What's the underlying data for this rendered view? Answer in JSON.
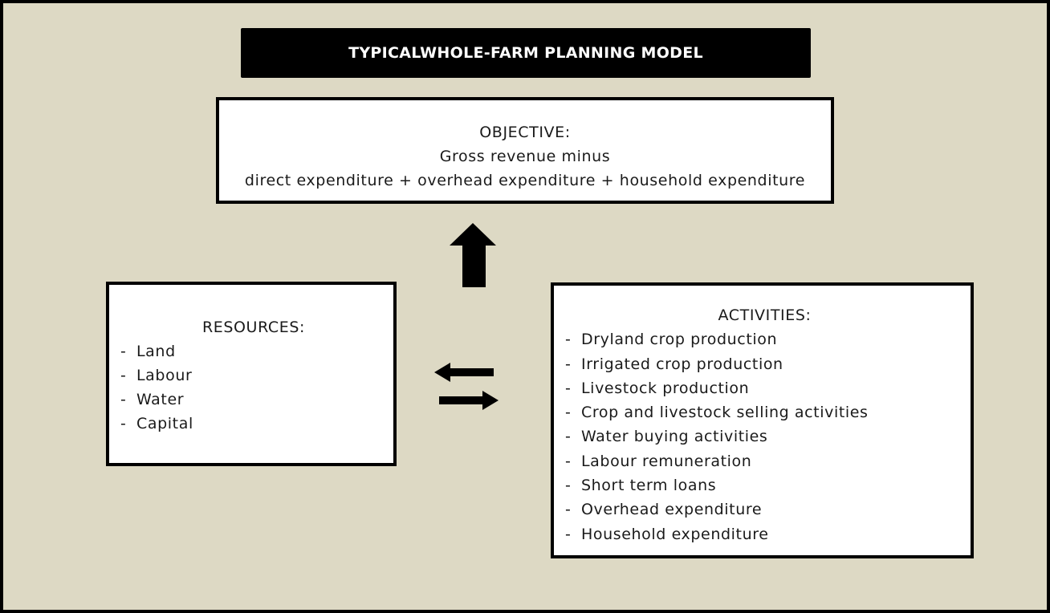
{
  "title": "TYPICALWHOLE-FARM PLANNING MODEL",
  "objective": {
    "heading": "OBJECTIVE:",
    "line1": "Gross revenue minus",
    "line2": "direct expenditure + overhead expenditure + household expenditure"
  },
  "resources": {
    "heading": "RESOURCES:",
    "items": [
      {
        "dash": "-",
        "label": "Land"
      },
      {
        "dash": "-",
        "label": "Labour"
      },
      {
        "dash": "-",
        "label": "Water"
      },
      {
        "dash": "-",
        "label": "Capital"
      }
    ]
  },
  "activities": {
    "heading": "ACTIVITIES:",
    "items": [
      {
        "dash": "-",
        "label": "Dryland crop production"
      },
      {
        "dash": "-",
        "label": "Irrigated crop production"
      },
      {
        "dash": "-",
        "label": "Livestock production"
      },
      {
        "dash": "-",
        "label": "Crop and livestock selling activities"
      },
      {
        "dash": "-",
        "label": "Water buying activities"
      },
      {
        "dash": "-",
        "label": "Labour remuneration"
      },
      {
        "dash": "-",
        "label": "Short term loans"
      },
      {
        "dash": "-",
        "label": "Overhead expenditure"
      },
      {
        "dash": "-",
        "label": "Household expenditure"
      }
    ]
  },
  "colors": {
    "background": "#ddd9c4",
    "box_fill": "#ffffff",
    "border": "#000000",
    "banner": "#000000",
    "banner_text": "#ffffff"
  },
  "icons": [
    "up-arrow-icon",
    "left-arrow-icon",
    "right-arrow-icon"
  ]
}
